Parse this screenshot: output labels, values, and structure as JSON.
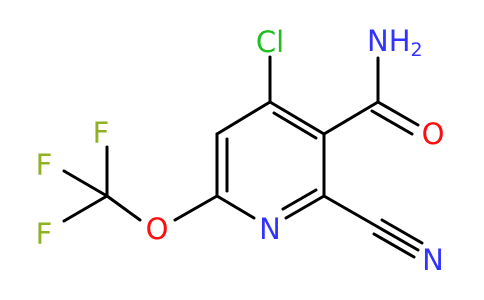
{
  "molecule": {
    "atoms": {
      "cl": "Cl",
      "nh": "NH",
      "nh_sub": "2",
      "o_carbonyl": "O",
      "o_ether": "O",
      "n_ring": "N",
      "n_nitrile": "N",
      "f1": "F",
      "f2": "F",
      "f3": "F"
    },
    "colors": {
      "bond": "#000000",
      "nitrogen": "#3333ff",
      "oxygen": "#ff0d0d",
      "chlorine": "#1fbf1f",
      "fluorine": "#8fb320"
    }
  }
}
